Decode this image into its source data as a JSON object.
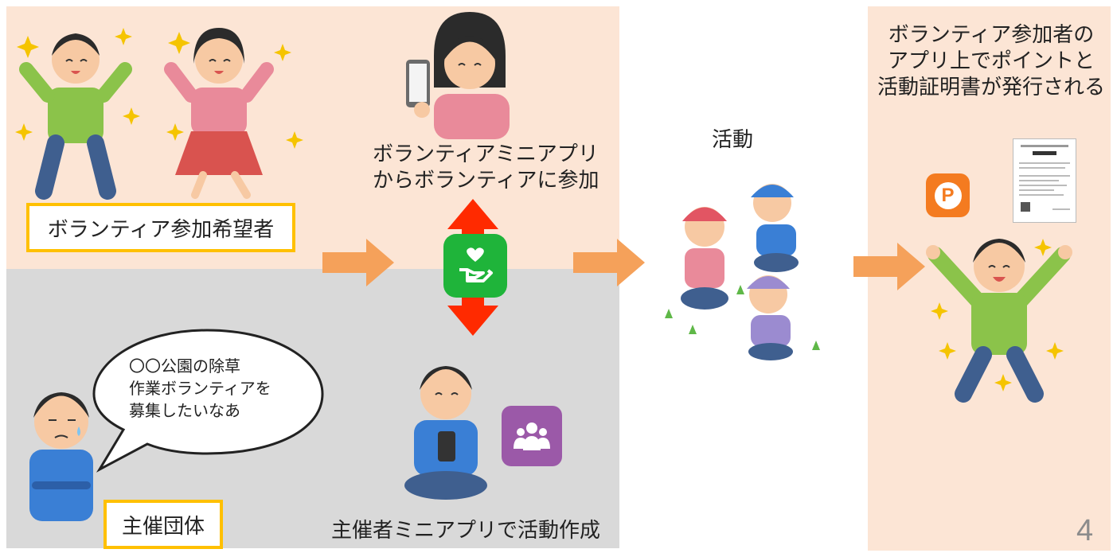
{
  "labels": {
    "participants": "ボランティア参加希望者",
    "organizer": "主催団体",
    "join_line1": "ボランティアミニアプリ",
    "join_line2": "からボランティアに参加",
    "create": "主催者ミニアプリで活動作成",
    "activity": "活動",
    "result_line1": "ボランティア参加者の",
    "result_line2": "アプリ上でポイントと",
    "result_line3": "活動証明書が発行される"
  },
  "bubble": {
    "line1": "〇〇公園の除草",
    "line2": "作業ボランティアを",
    "line3": "募集したいなあ"
  },
  "point_badge": "P",
  "page_number": "4",
  "colors": {
    "peach": "#fce5d5",
    "gray": "#d9d9d9",
    "arrow_orange": "#f5a15a",
    "label_border": "#ffc000",
    "green_app": "#1fb43a",
    "purple_app": "#9b59a8",
    "point_orange": "#f47b20",
    "red_arrow": "#ff2a00"
  },
  "icons": [
    "volunteer-hand-heart-icon",
    "group-people-icon",
    "point-p-icon"
  ]
}
